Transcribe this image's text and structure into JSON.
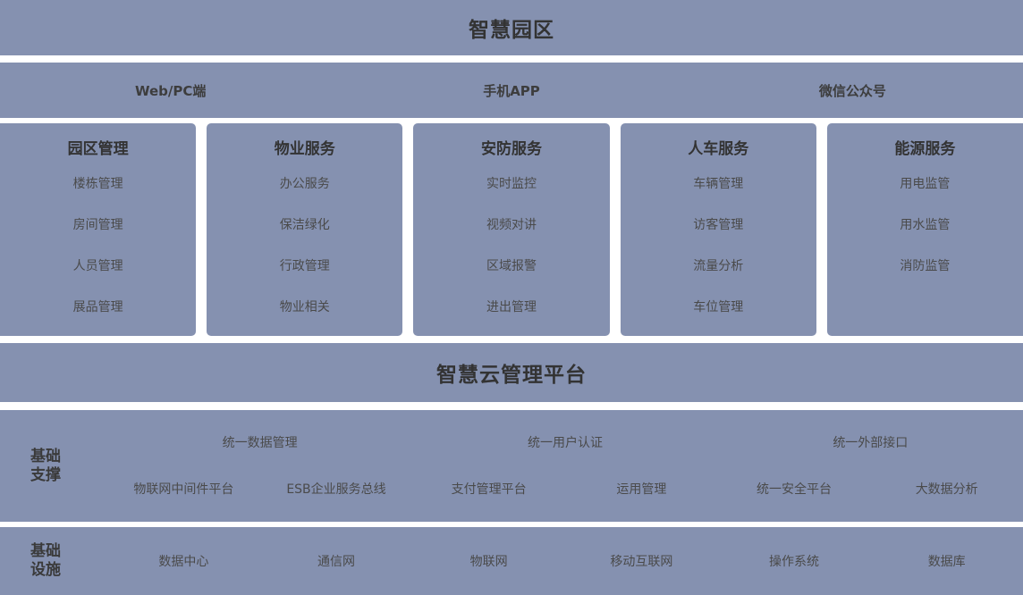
{
  "colors": {
    "band": "#8591b0",
    "page_background": "#ffffff",
    "heading_text": "#333333",
    "body_text": "#4a4a4a"
  },
  "header": {
    "title": "智慧园区"
  },
  "channels": [
    {
      "label": "Web/PC端"
    },
    {
      "label": "手机APP"
    },
    {
      "label": "微信公众号"
    }
  ],
  "modules": [
    {
      "title": "园区管理",
      "items": [
        "楼栋管理",
        "房间管理",
        "人员管理",
        "展品管理"
      ]
    },
    {
      "title": "物业服务",
      "items": [
        "办公服务",
        "保洁绿化",
        "行政管理",
        "物业相关"
      ]
    },
    {
      "title": "安防服务",
      "items": [
        "实时监控",
        "视频对讲",
        "区域报警",
        "进出管理"
      ]
    },
    {
      "title": "人车服务",
      "items": [
        "车辆管理",
        "访客管理",
        "流量分析",
        "车位管理"
      ]
    },
    {
      "title": "能源服务",
      "items": [
        "用电监管",
        "用水监管",
        "消防监管"
      ]
    }
  ],
  "platform": {
    "title": "智慧云管理平台"
  },
  "support": {
    "side_label_line1": "基础",
    "side_label_line2": "支撑",
    "headings": [
      "统一数据管理",
      "统一用户认证",
      "统一外部接口"
    ],
    "items": [
      "物联网中间件平台",
      "ESB企业服务总线",
      "支付管理平台",
      "运用管理",
      "统一安全平台",
      "大数据分析"
    ]
  },
  "infrastructure": {
    "side_label_line1": "基础",
    "side_label_line2": "设施",
    "items": [
      "数据中心",
      "通信网",
      "物联网",
      "移动互联网",
      "操作系统",
      "数据库"
    ]
  }
}
